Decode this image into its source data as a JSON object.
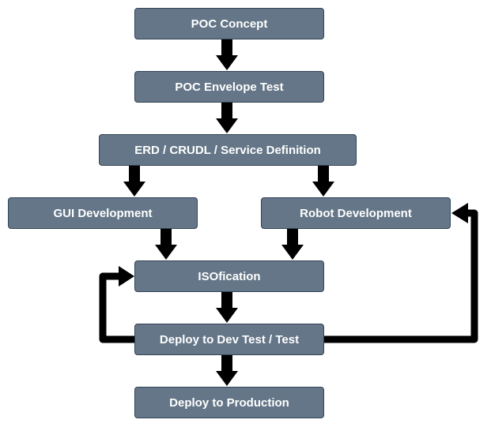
{
  "diagram": {
    "nodes": {
      "poc_concept": "POC Concept",
      "poc_envelope_test": "POC Envelope Test",
      "erd_crudl_service": "ERD / CRUDL / Service Definition",
      "gui_development": "GUI Development",
      "robot_development": "Robot Development",
      "isofication": "ISOfication",
      "deploy_dev_test": "Deploy to Dev Test / Test",
      "deploy_production": "Deploy to Production"
    },
    "colors": {
      "node_fill": "#647687",
      "node_border": "#314354",
      "node_text": "#ffffff",
      "arrow": "#000000"
    },
    "edges": [
      {
        "from": "poc_concept",
        "to": "poc_envelope_test"
      },
      {
        "from": "poc_envelope_test",
        "to": "erd_crudl_service"
      },
      {
        "from": "erd_crudl_service",
        "to": "gui_development"
      },
      {
        "from": "erd_crudl_service",
        "to": "robot_development"
      },
      {
        "from": "gui_development",
        "to": "isofication"
      },
      {
        "from": "robot_development",
        "to": "isofication"
      },
      {
        "from": "isofication",
        "to": "deploy_dev_test"
      },
      {
        "from": "deploy_dev_test",
        "to": "isofication"
      },
      {
        "from": "deploy_dev_test",
        "to": "robot_development"
      },
      {
        "from": "deploy_dev_test",
        "to": "deploy_production"
      }
    ]
  }
}
